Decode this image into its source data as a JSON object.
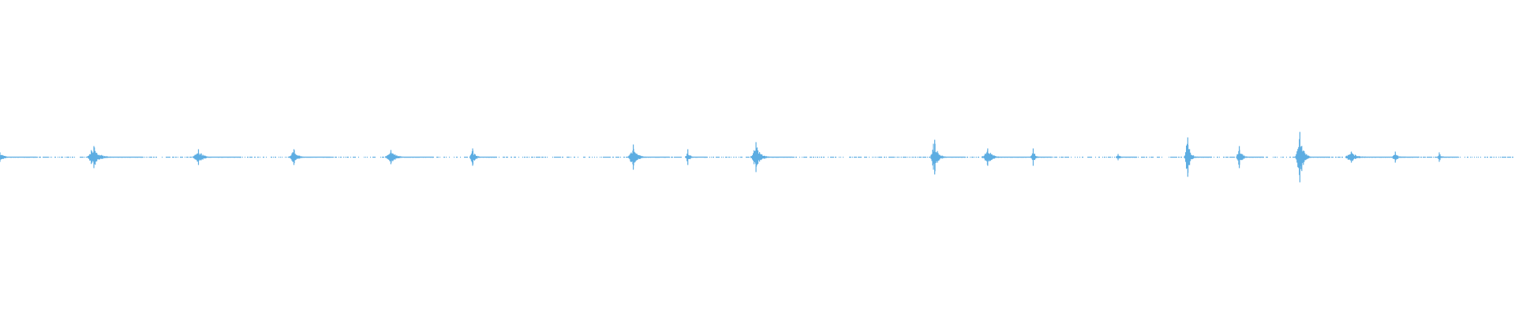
{
  "chart_data": {
    "type": "line",
    "kind": "audio-waveform",
    "title": "",
    "xlabel": "",
    "ylabel": "",
    "x_range": [
      0,
      1
    ],
    "y_range": [
      -1,
      1
    ],
    "grid": false,
    "axes_visible": false,
    "color": "#5dade2",
    "bursts": [
      {
        "t": 0.0,
        "amp": 0.03,
        "width": 0.006
      },
      {
        "t": 0.062,
        "amp": 0.07,
        "width": 0.008
      },
      {
        "t": 0.131,
        "amp": 0.05,
        "width": 0.007
      },
      {
        "t": 0.194,
        "amp": 0.05,
        "width": 0.006
      },
      {
        "t": 0.258,
        "amp": 0.045,
        "width": 0.007
      },
      {
        "t": 0.312,
        "amp": 0.055,
        "width": 0.004
      },
      {
        "t": 0.418,
        "amp": 0.08,
        "width": 0.006
      },
      {
        "t": 0.454,
        "amp": 0.05,
        "width": 0.003
      },
      {
        "t": 0.499,
        "amp": 0.095,
        "width": 0.006
      },
      {
        "t": 0.617,
        "amp": 0.11,
        "width": 0.005
      },
      {
        "t": 0.652,
        "amp": 0.055,
        "width": 0.007
      },
      {
        "t": 0.682,
        "amp": 0.055,
        "width": 0.003
      },
      {
        "t": 0.738,
        "amp": 0.02,
        "width": 0.003
      },
      {
        "t": 0.784,
        "amp": 0.125,
        "width": 0.004
      },
      {
        "t": 0.818,
        "amp": 0.07,
        "width": 0.004
      },
      {
        "t": 0.858,
        "amp": 0.16,
        "width": 0.005
      },
      {
        "t": 0.892,
        "amp": 0.035,
        "width": 0.009
      },
      {
        "t": 0.921,
        "amp": 0.035,
        "width": 0.004
      },
      {
        "t": 0.95,
        "amp": 0.03,
        "width": 0.003
      }
    ],
    "noise_floor": 0.002
  }
}
